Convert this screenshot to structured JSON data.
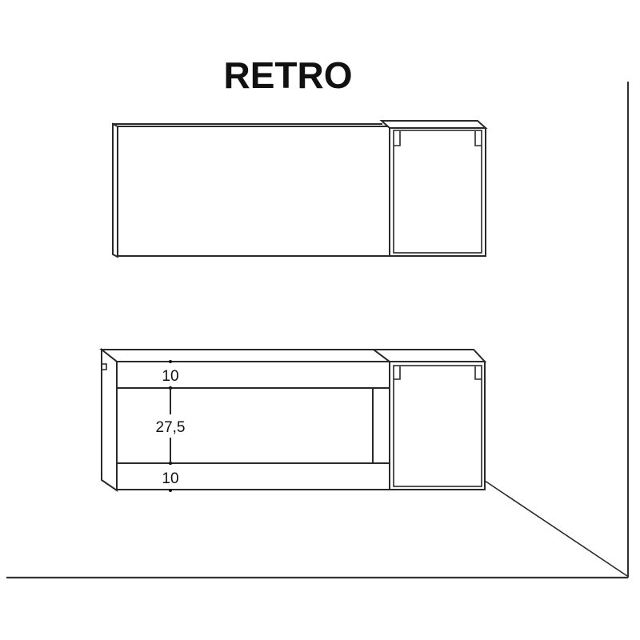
{
  "title": "RETRO",
  "colors": {
    "background": "#ffffff",
    "line": "#2a2a2a",
    "text": "#111111"
  },
  "top_unit": {
    "description": "wall cabinet with closed front and open side box"
  },
  "bottom_unit": {
    "description": "wall cabinet with open shelf and side box",
    "dimensions": {
      "top_panel": "10",
      "opening": "27,5",
      "bottom_panel": "10"
    }
  },
  "room": {
    "description": "wall and floor corner lines"
  }
}
